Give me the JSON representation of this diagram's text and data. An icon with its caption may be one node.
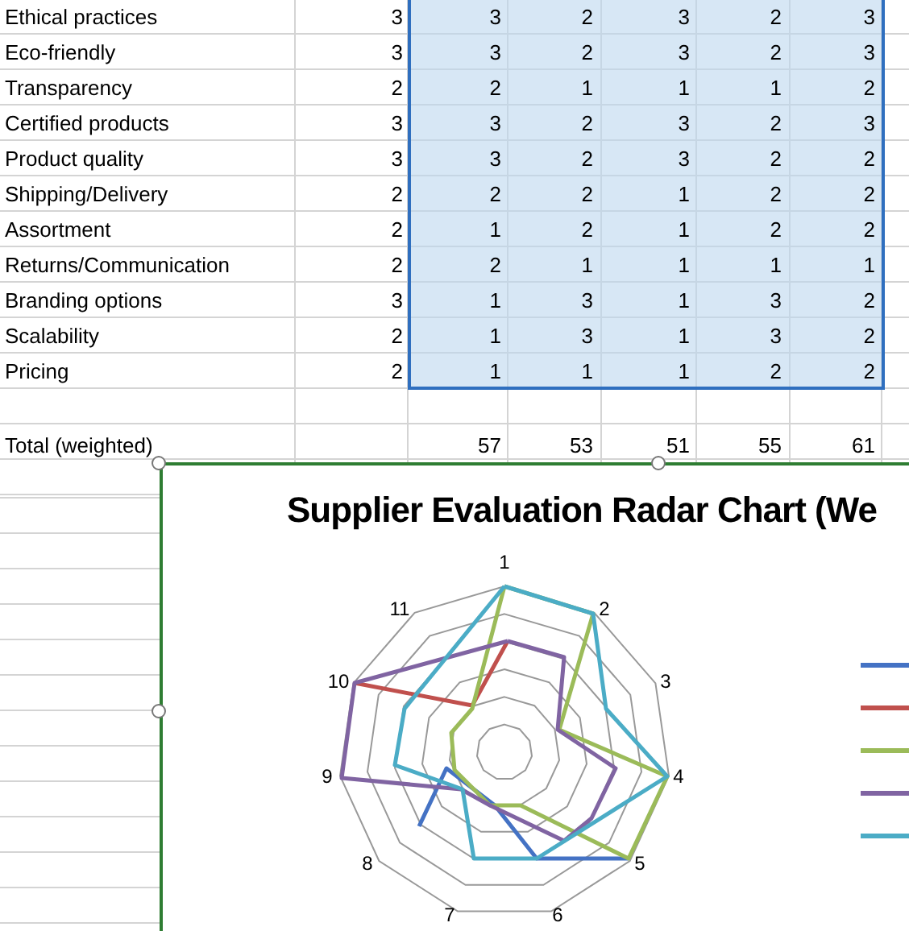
{
  "diagram": {
    "title": "Supplier Evaluation Radar Chart (We",
    "labels": [
      "Ethical practices",
      "3",
      "3",
      "2",
      "3",
      "2",
      "3",
      "Eco-friendly",
      "3",
      "3",
      "2",
      "3",
      "2",
      "3",
      "Transparency",
      "2",
      "2",
      "1",
      "1",
      "1",
      "2",
      "Certified products",
      "3",
      "3",
      "2",
      "3",
      "2",
      "3",
      "Product quality",
      "3",
      "3",
      "2",
      "3",
      "2",
      "2",
      "Shipping/Delivery",
      "2",
      "2",
      "2",
      "1",
      "2",
      "2",
      "Assortment",
      "2",
      "1",
      "2",
      "1",
      "2",
      "2",
      "Returns/Communication",
      "2",
      "2",
      "1",
      "1",
      "1",
      "1",
      "Branding options",
      "3",
      "1",
      "3",
      "1",
      "3",
      "2",
      "Scalability",
      "2",
      "1",
      "3",
      "1",
      "3",
      "2",
      "Pricing",
      "2",
      "1",
      "1",
      "1",
      "2",
      "2",
      "Total (weighted)",
      "57",
      "53",
      "51",
      "55",
      "61",
      "1",
      "11",
      "2",
      "10",
      "3",
      "9",
      "4",
      "8",
      "5",
      "7",
      "6"
    ]
  }
}
